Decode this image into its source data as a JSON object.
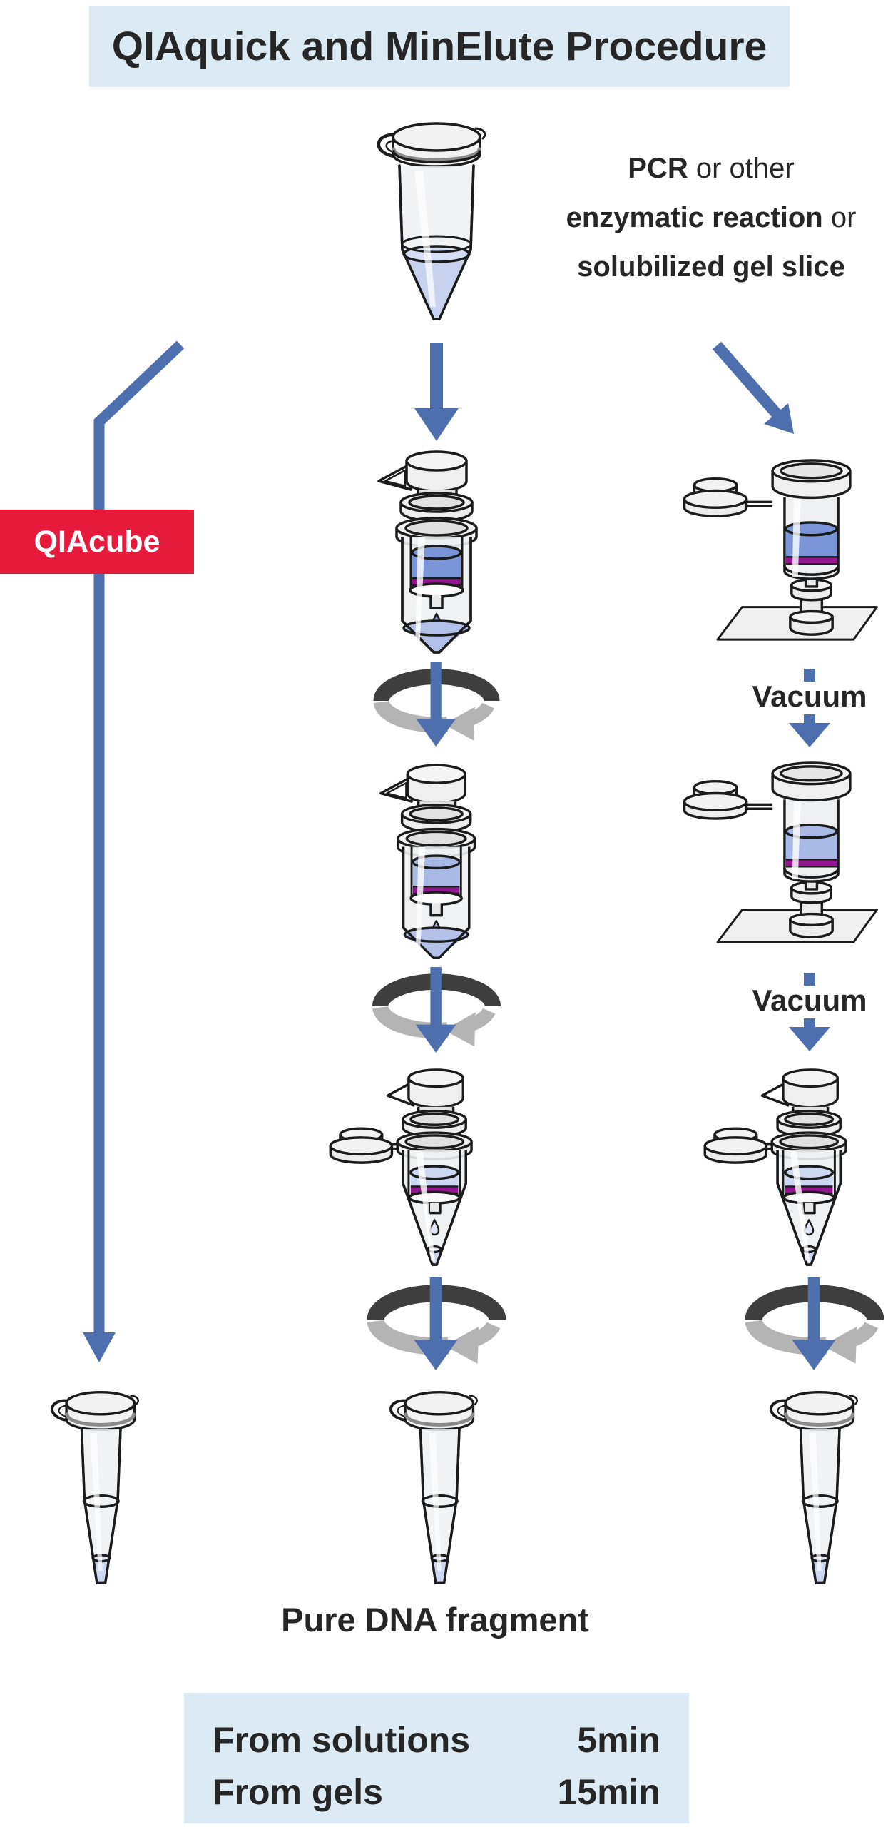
{
  "title": {
    "text": "QIAquick and MinElute Procedure"
  },
  "input_label": {
    "line1_bold": "PCR",
    "line1_rest": " or other",
    "line2_bold": "enzymatic reaction",
    "line2_rest": " or",
    "line3_bold": "solubilized gel slice"
  },
  "qiacube": {
    "label": "QIAcube"
  },
  "vacuum_steps": {
    "first": "Vacuum",
    "second": "Vacuum"
  },
  "result": {
    "label": "Pure DNA fragment"
  },
  "time_box": {
    "rows": [
      {
        "label": "From solutions",
        "value": "5min"
      },
      {
        "label": "From gels",
        "value": "15min"
      }
    ]
  },
  "icons": {
    "spin_symbol": "centrifuge-spin-icon",
    "down_arrow": "flow-arrow-down-icon",
    "diagonal_arrow": "flow-arrow-diagonal-icon",
    "qiacube_arrow": "qiacube-flow-arrow-icon",
    "vacuum_arrow": "vacuum-dashed-arrow-icon"
  },
  "colors": {
    "accent_blue": "#4e6fad",
    "qiagen_red": "#e61a3b",
    "panel_blue": "#dcebf3",
    "membrane_purple": "#941590",
    "liquid_blue": "#7b96d8",
    "liquid_wash": "#a9b9e6",
    "liquid_pale": "#ccd8f2",
    "liquid_pool": "#b3c1e9",
    "ink": "#262626"
  }
}
